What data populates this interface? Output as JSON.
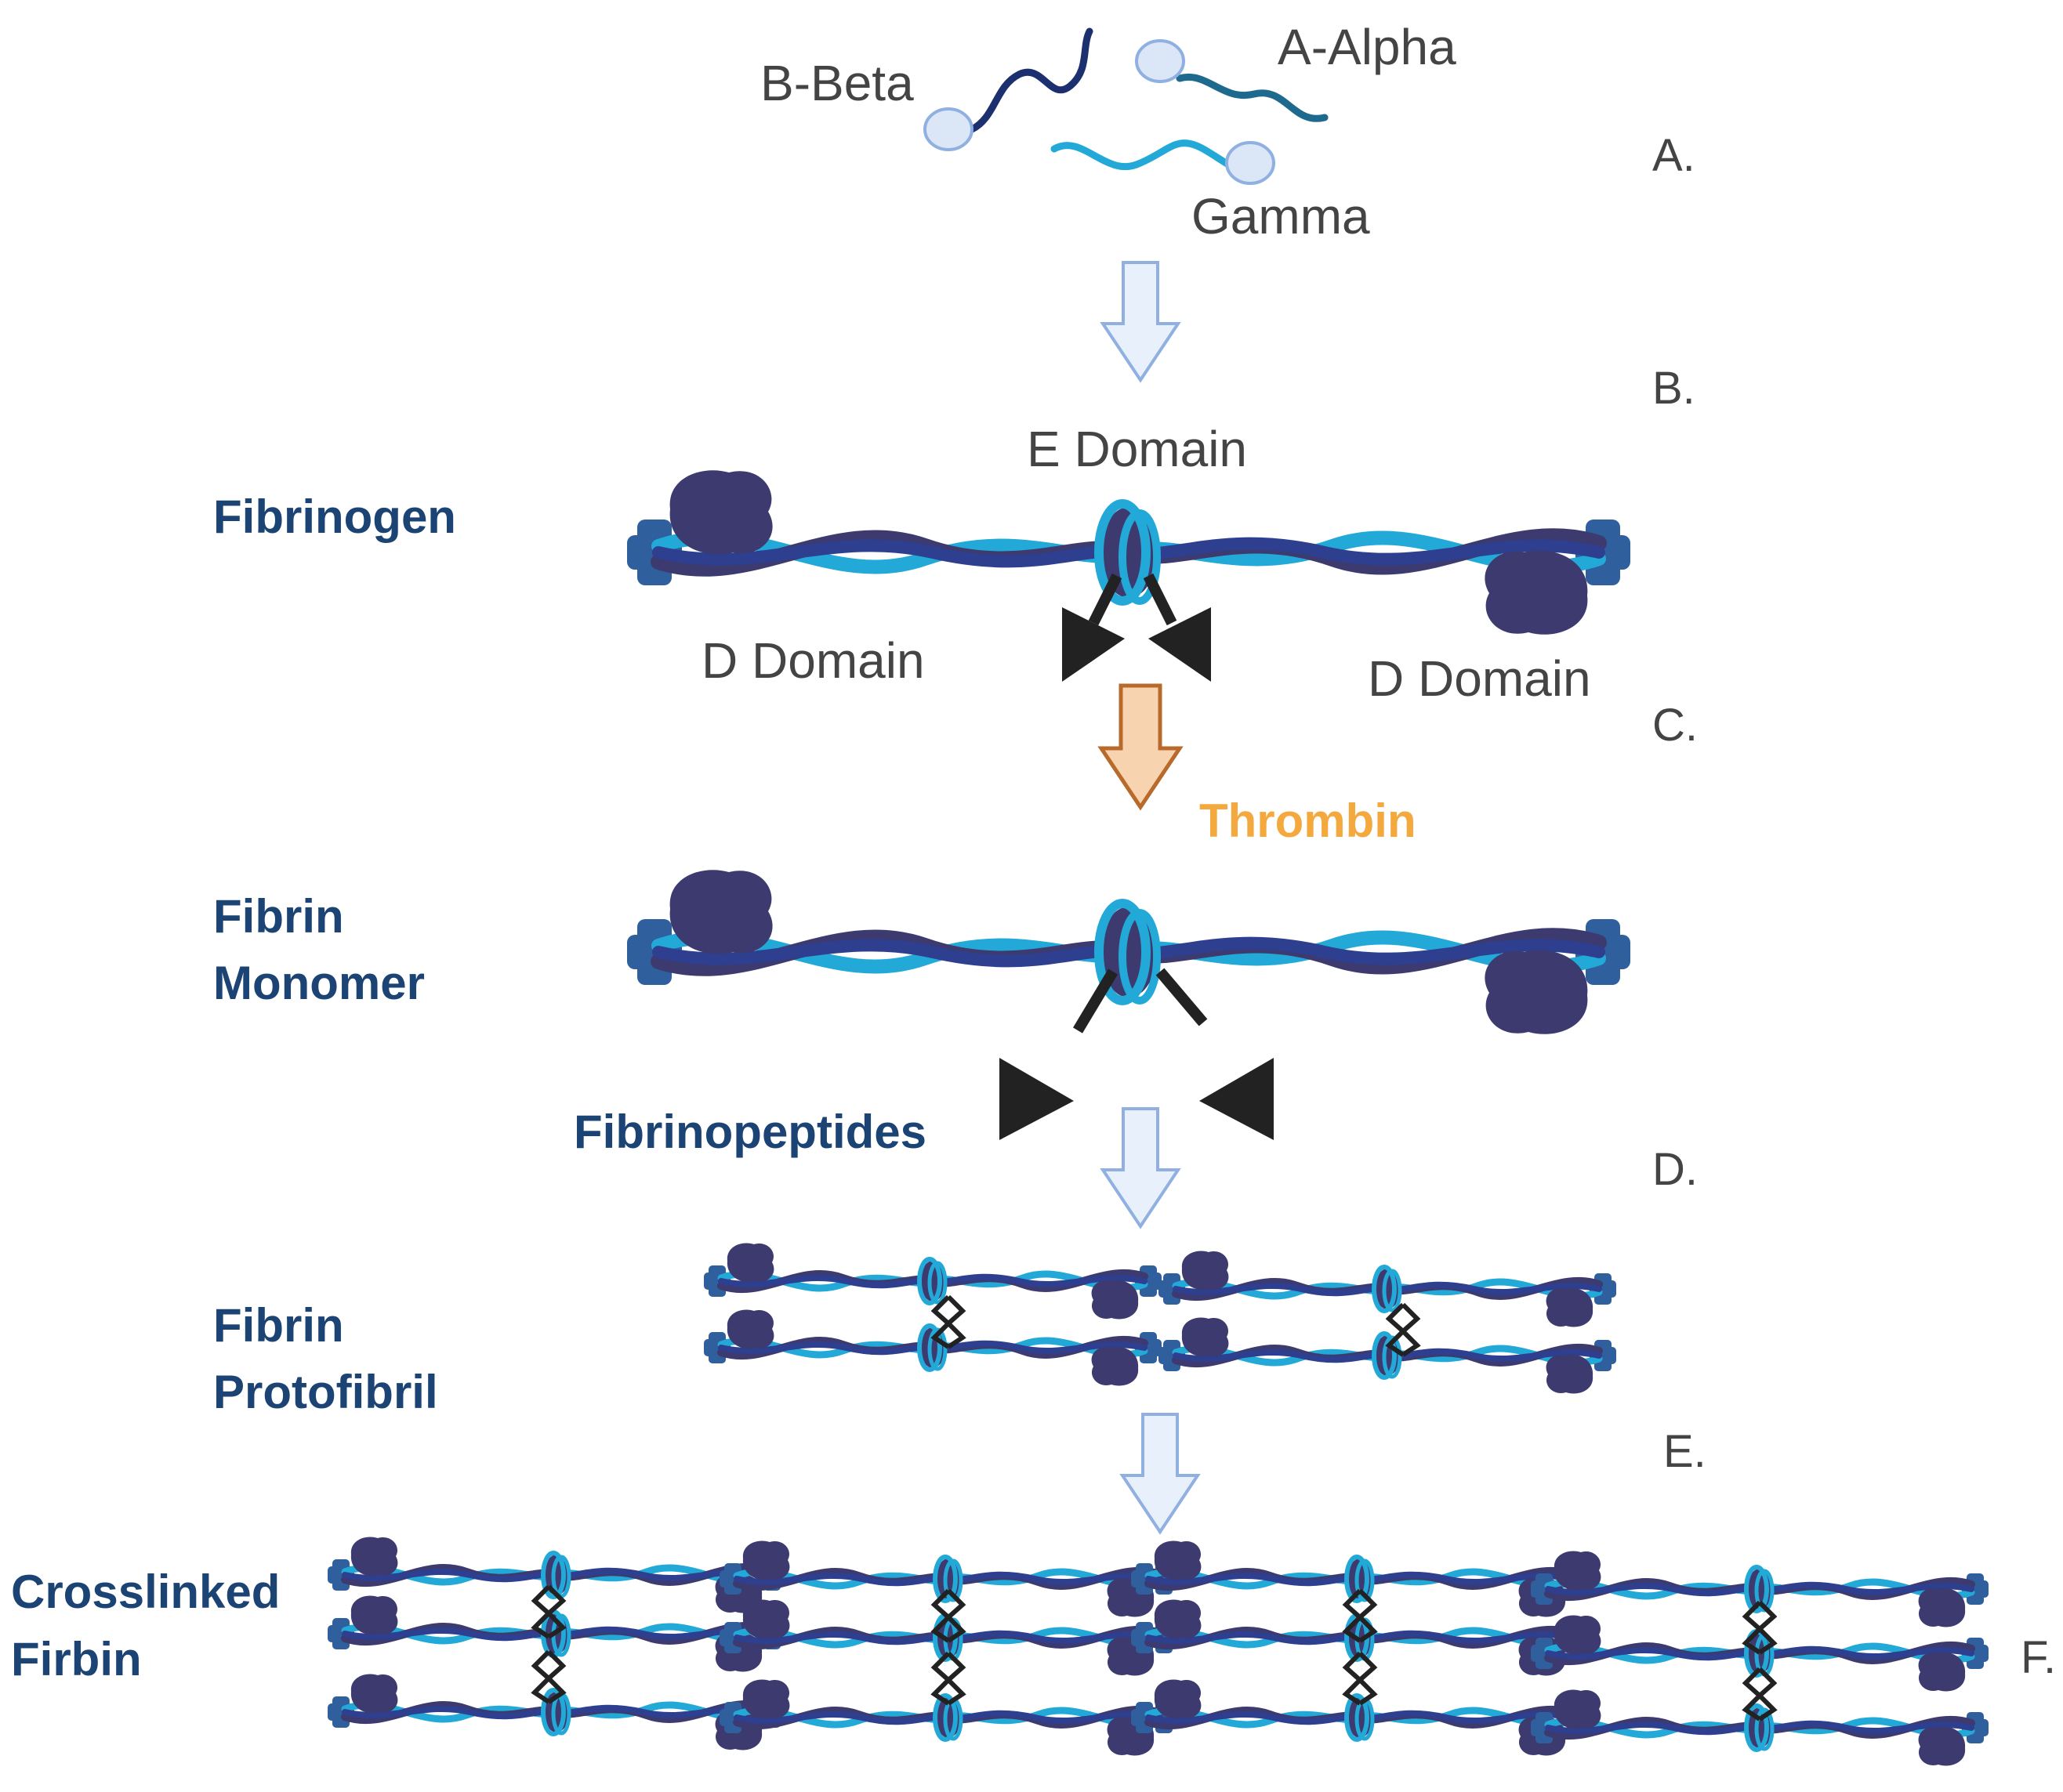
{
  "chains": {
    "b_beta": "B-Beta",
    "a_alpha": "A-Alpha",
    "gamma": "Gamma"
  },
  "domains": {
    "e_domain": "E Domain",
    "d_domain_left": "D Domain",
    "d_domain_right": "D Domain"
  },
  "stage_labels": {
    "fibrinogen": "Fibrinogen",
    "fibrin_monomer": [
      "Fibrin",
      "Monomer"
    ],
    "fibrinopeptides": "Fibrinopeptides",
    "fibrin_protofibril": [
      "Fibrin",
      "Protofibril"
    ],
    "crosslinked": [
      "Crosslinked",
      "Firbin"
    ]
  },
  "enzyme": "Thrombin",
  "steps": [
    "A.",
    "B.",
    "C.",
    "D.",
    "E.",
    "F."
  ],
  "colors": {
    "dark_purple": "#3c3a6e",
    "navy_strand": "#2e3f8f",
    "cyan_strand": "#22a9d8",
    "d_node_blue": "#2f5f9c",
    "label_navy": "#1b4474",
    "thrombin_orange": "#f3a93d",
    "arrow_light_blue": "#e8f0fb",
    "arrow_blue_stroke": "#8fb0e0",
    "arrow_orange_fill": "#f7d3b0",
    "arrow_orange_stroke": "#b86a2a",
    "crosslink_black": "#222222"
  }
}
